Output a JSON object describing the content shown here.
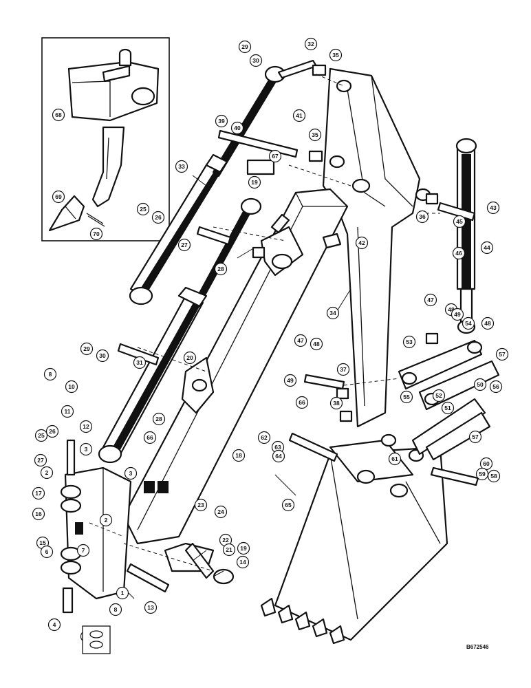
{
  "drawing_code": "B672546",
  "callouts": [
    {
      "label": "29"
    },
    {
      "label": "30"
    },
    {
      "label": "32"
    },
    {
      "label": "35"
    },
    {
      "label": "39"
    },
    {
      "label": "40"
    },
    {
      "label": "41"
    },
    {
      "label": "35"
    },
    {
      "label": "67"
    },
    {
      "label": "19"
    },
    {
      "label": "33"
    },
    {
      "label": "25"
    },
    {
      "label": "26"
    },
    {
      "label": "27"
    },
    {
      "label": "28"
    },
    {
      "label": "42"
    },
    {
      "label": "36"
    },
    {
      "label": "45"
    },
    {
      "label": "43"
    },
    {
      "label": "44"
    },
    {
      "label": "46"
    },
    {
      "label": "47"
    },
    {
      "label": "48"
    },
    {
      "label": "49"
    },
    {
      "label": "34"
    },
    {
      "label": "54"
    },
    {
      "label": "48"
    },
    {
      "label": "29"
    },
    {
      "label": "30"
    },
    {
      "label": "31"
    },
    {
      "label": "20"
    },
    {
      "label": "47"
    },
    {
      "label": "48"
    },
    {
      "label": "37"
    },
    {
      "label": "49"
    },
    {
      "label": "53"
    },
    {
      "label": "57"
    },
    {
      "label": "50"
    },
    {
      "label": "55"
    },
    {
      "label": "52"
    },
    {
      "label": "56"
    },
    {
      "label": "51"
    },
    {
      "label": "38"
    },
    {
      "label": "66"
    },
    {
      "label": "8"
    },
    {
      "label": "10"
    },
    {
      "label": "11"
    },
    {
      "label": "12"
    },
    {
      "label": "25"
    },
    {
      "label": "26"
    },
    {
      "label": "27"
    },
    {
      "label": "3"
    },
    {
      "label": "2"
    },
    {
      "label": "28"
    },
    {
      "label": "66"
    },
    {
      "label": "18"
    },
    {
      "label": "62"
    },
    {
      "label": "63"
    },
    {
      "label": "64"
    },
    {
      "label": "61"
    },
    {
      "label": "57"
    },
    {
      "label": "60"
    },
    {
      "label": "59"
    },
    {
      "label": "58"
    },
    {
      "label": "3"
    },
    {
      "label": "17"
    },
    {
      "label": "16"
    },
    {
      "label": "2"
    },
    {
      "label": "65"
    },
    {
      "label": "23"
    },
    {
      "label": "24"
    },
    {
      "label": "22"
    },
    {
      "label": "21"
    },
    {
      "label": "19"
    },
    {
      "label": "14"
    },
    {
      "label": "15"
    },
    {
      "label": "6"
    },
    {
      "label": "7"
    },
    {
      "label": "1"
    },
    {
      "label": "13"
    },
    {
      "label": "8"
    },
    {
      "label": "4"
    },
    {
      "label": "5"
    },
    {
      "label": "68"
    },
    {
      "label": "69"
    },
    {
      "label": "70"
    }
  ]
}
